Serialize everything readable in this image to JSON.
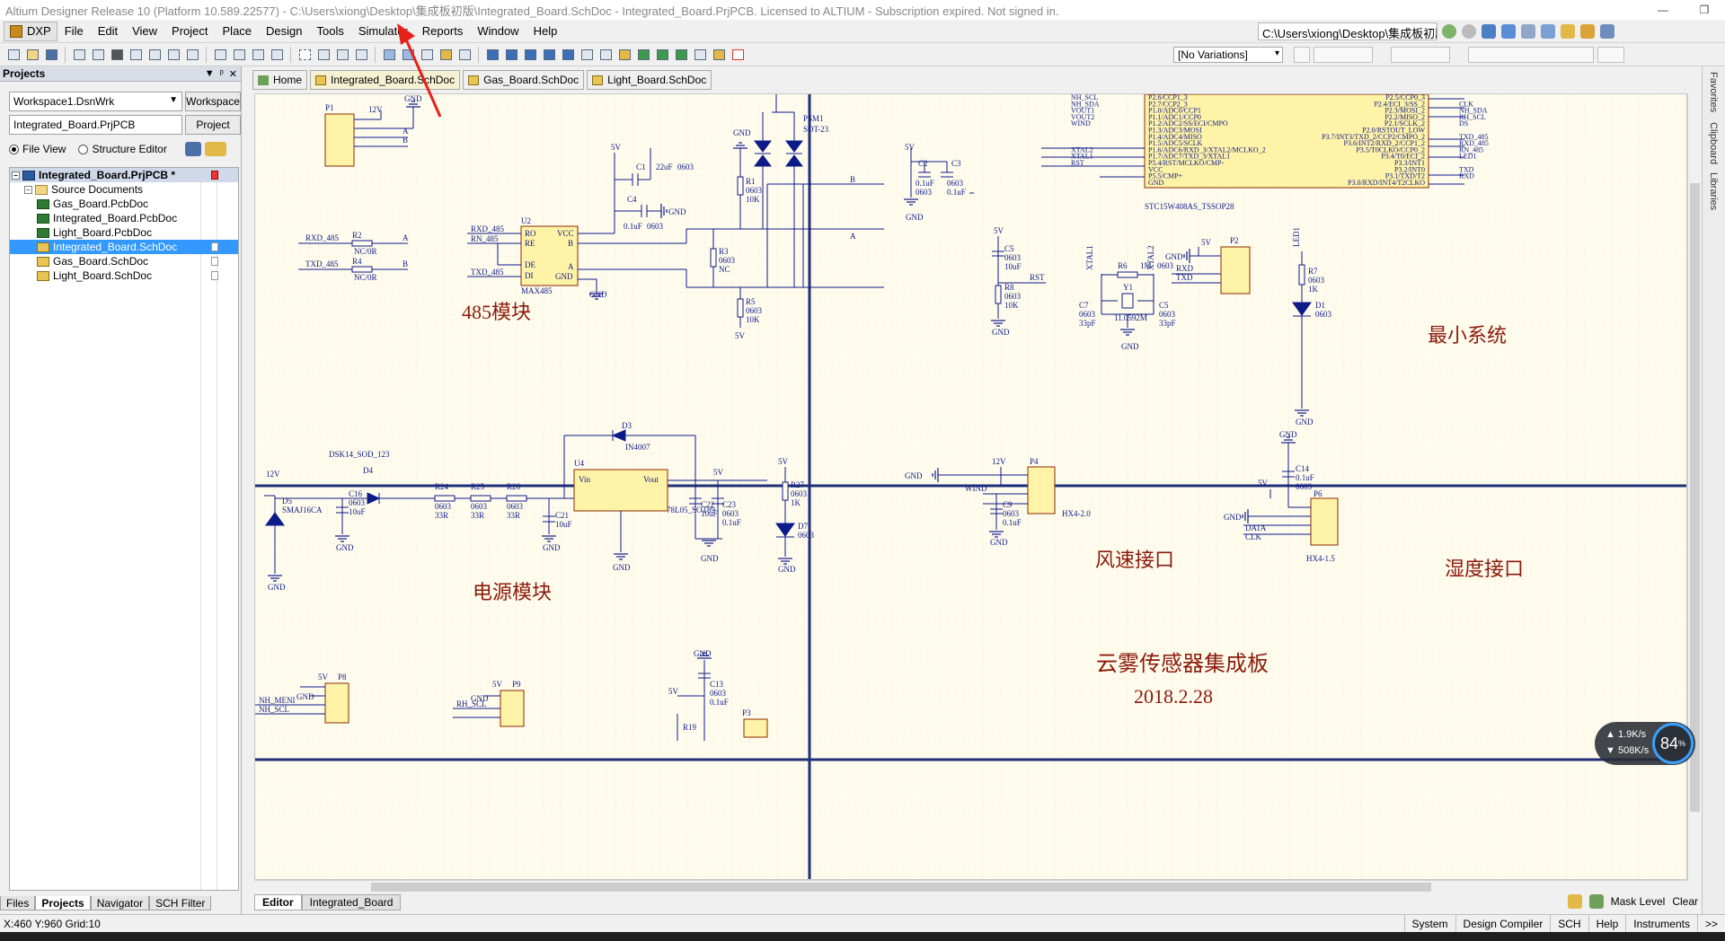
{
  "window": {
    "title": "Altium Designer Release 10 (Platform 10.589.22577) - C:\\Users\\xiong\\Desktop\\集成板初版\\Integrated_Board.SchDoc - Integrated_Board.PrjPCB. Licensed to ALTIUM - Subscription expired. Not signed in.",
    "path_box": "C:\\Users\\xiong\\Desktop\\集成板初版"
  },
  "menu": {
    "dxp": "DXP",
    "items": [
      "File",
      "Edit",
      "View",
      "Project",
      "Place",
      "Design",
      "Tools",
      "Simulator",
      "Reports",
      "Window",
      "Help"
    ]
  },
  "toolbar": {
    "variations": "[No Variations]"
  },
  "projects_panel": {
    "title": "Projects",
    "workspace_combo": "Workspace1.DsnWrk",
    "workspace_button": "Workspace",
    "project_field": "Integrated_Board.PrjPCB",
    "project_button": "Project",
    "file_view": "File View",
    "structure_editor": "Structure Editor",
    "tree": [
      {
        "label": "Integrated_Board.PrjPCB *",
        "kind": "proj",
        "level": 0,
        "root": true
      },
      {
        "label": "Source Documents",
        "kind": "folder",
        "level": 1
      },
      {
        "label": "Gas_Board.PcbDoc",
        "kind": "pcb",
        "level": 2
      },
      {
        "label": "Integrated_Board.PcbDoc",
        "kind": "pcb",
        "level": 2
      },
      {
        "label": "Light_Board.PcbDoc",
        "kind": "pcb",
        "level": 2
      },
      {
        "label": "Integrated_Board.SchDoc",
        "kind": "sch",
        "level": 2,
        "selected": true
      },
      {
        "label": "Gas_Board.SchDoc",
        "kind": "sch",
        "level": 2
      },
      {
        "label": "Light_Board.SchDoc",
        "kind": "sch",
        "level": 2
      }
    ],
    "tabs": [
      "Files",
      "Projects",
      "Navigator",
      "SCH Filter"
    ]
  },
  "doc_tabs": [
    "Home",
    "Integrated_Board.SchDoc",
    "Gas_Board.SchDoc",
    "Light_Board.SchDoc"
  ],
  "schematic": {
    "blocks": {
      "rs485": "485模块",
      "min_system": "最小系统",
      "power": "电源模块",
      "wind": "风速接口",
      "humidity": "湿度接口",
      "board_title": "云雾传感器集成板",
      "date": "2018.2.28"
    },
    "labels": {
      "p1": "P1",
      "v12": "12V",
      "gnd": "GND",
      "a": "A",
      "b": "B",
      "rxd485": "RXD_485",
      "txd485": "TXD_485",
      "rn485": "RN_485",
      "r2": "R2",
      "r4": "R4",
      "nc0r": "NC/0R",
      "u2": "U2",
      "max485": "MAX485",
      "ro": "RO",
      "re": "RE",
      "de": "DE",
      "di": "DI",
      "vcc": "VCC",
      "gndpin": "GND",
      "c1": "C1",
      "c4": "C4",
      "v5": "5V",
      "c22uf": "22uF",
      "c0603": "0603",
      "c01uf": "0.1uF",
      "r1": "R1",
      "r3": "R3",
      "r5": "R5",
      "k10": "10K",
      "nc": "NC",
      "psm1": "PSM1",
      "sot23": "SOT-23",
      "mcu": "STC15W408AS_TSSOP28",
      "d3": "D3",
      "in4007": "IN4007",
      "d4": "D4",
      "dsk14": "DSK14_SOD_123",
      "d5": "D5",
      "smaj": "SMAJ16CA",
      "c16": "C16",
      "r24": "R24",
      "r25": "R25",
      "r26": "R26",
      "r33": "33R",
      "u4": "U4",
      "vin": "Vin",
      "vout": "Vout",
      "l78": "78L05_SOT89",
      "c21": "C21",
      "c22": "C22",
      "c23": "C23",
      "c10uf": "10uF",
      "r27": "R27",
      "k1": "1K",
      "d7": "D7",
      "p4": "P4",
      "wind": "WIND",
      "hx420": "HX4-2.0",
      "c9": "C9",
      "p6": "P6",
      "data": "DATA",
      "clk": "CLK",
      "hx415": "HX4-1.5",
      "c14": "C14",
      "p2": "P2",
      "rxd": "RXD",
      "txd": "TXD",
      "rst": "RST",
      "xtal1": "XTAL1",
      "xtal2": "XTAL2",
      "r6": "R6",
      "m1": "1M",
      "y1": "Y1",
      "mhz": "11.0592M",
      "c5": "C5",
      "c7": "C7",
      "c33pf": "33pF",
      "led1": "LED1",
      "r7": "R7",
      "d1": "D1",
      "c2": "C2",
      "c3": "C3",
      "r8": "R8",
      "p8": "P8",
      "p9": "P9",
      "p3": "P3",
      "c13": "C13",
      "r19": "R19",
      "nhmeni": "NH_MENI",
      "nhscl": "NH_SCL",
      "rhscl": "RH_SCL"
    },
    "mcu_left_pins": [
      "NH_SCL",
      "NH_SDA",
      "VOUT1",
      "VOUT2",
      "WIND",
      "",
      "",
      "",
      "XTAL2",
      "XTAL1",
      "RST",
      "",
      "",
      ""
    ],
    "mcu_left_names": [
      "P2.6/CCP1_3",
      "P2.7/CCP2_3",
      "P1.0/ADC0/CCP1",
      "P1.1/ADC1/CCP0",
      "P1.2/ADC2/SS/ECI/CMPO",
      "P1.3/ADC3/MOSI",
      "P1.4/ADC4/MISO",
      "P1.5/ADC5/SCLK",
      "P1.6/ADC6/RXD_3/XTAL2/MCLKO_2",
      "P1.7/ADC7/TXD_3/XTAL1",
      "P5.4/RST/MCLKO/CMP-",
      "VCC",
      "P5.5/CMP+",
      "GND"
    ],
    "mcu_right_names": [
      "P2.5/CCP0_3",
      "P2.4/ECI_3/SS_2",
      "P2.3/MOSI_2",
      "P2.2/MISO_2",
      "P2.1/SCLK_2",
      "P2.0/RSTOUT_LOW",
      "P3.7/INT3/TXD_2/CCP2/CMPO_2",
      "P3.6/INT2/RXD_2/CCP1_2",
      "P3.5/T0CLKO/CCP0_2",
      "P3.4/T0/ECI_2",
      "P3.3/INT1",
      "P3.2/INT0",
      "P3.1/TXD/T2",
      "P3.0/RXD/INT4/T2CLKO"
    ],
    "mcu_right_nets": [
      "",
      "CLK",
      "NH_SDA",
      "RH_SCL",
      "DS",
      "",
      "TXD_485",
      "RXD_485",
      "RN_485",
      "LED1",
      "",
      "TXD",
      "RXD",
      ""
    ]
  },
  "editor_tabs": [
    "Editor",
    "Integrated_Board"
  ],
  "editor_right": {
    "mask": "Mask Level",
    "clear": "Clear"
  },
  "right_strip": [
    "Favorites",
    "Clipboard",
    "Libraries"
  ],
  "status": {
    "coords": "X:460 Y:960   Grid:10",
    "buttons": [
      "System",
      "Design Compiler",
      "SCH",
      "Help",
      "Instruments",
      ">>"
    ]
  },
  "netwidget": {
    "up": "1.9K/s",
    "down": "508K/s",
    "percent": "84",
    "unit": "%"
  }
}
